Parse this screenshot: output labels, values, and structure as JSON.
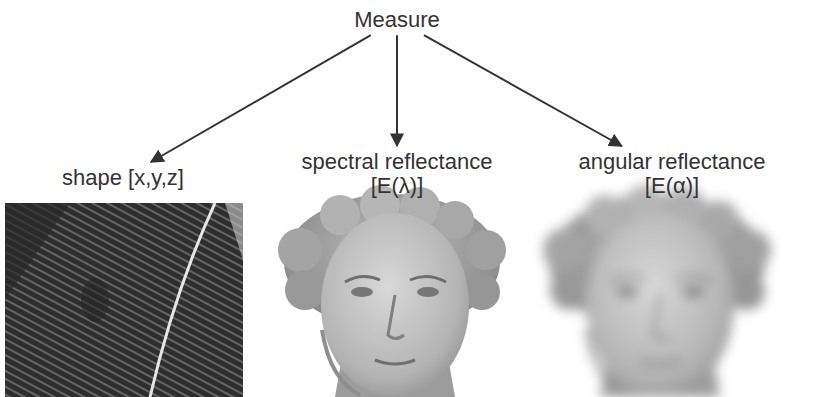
{
  "diagram": {
    "nodes": [
      {
        "text": [
          "Measure"
        ]
      },
      {
        "text": [
          "shape [x,y,z]"
        ]
      },
      {
        "text": [
          "spectral reflectance [E(λ)]"
        ]
      },
      {
        "text": [
          "angular reflectance [E(α)]"
        ]
      }
    ],
    "edges": [
      {
        "from": 0,
        "to": 1,
        "arrow": "to"
      },
      {
        "from": 0,
        "to": 2,
        "arrow": "to"
      },
      {
        "from": 0,
        "to": 3,
        "arrow": "to"
      }
    ]
  }
}
